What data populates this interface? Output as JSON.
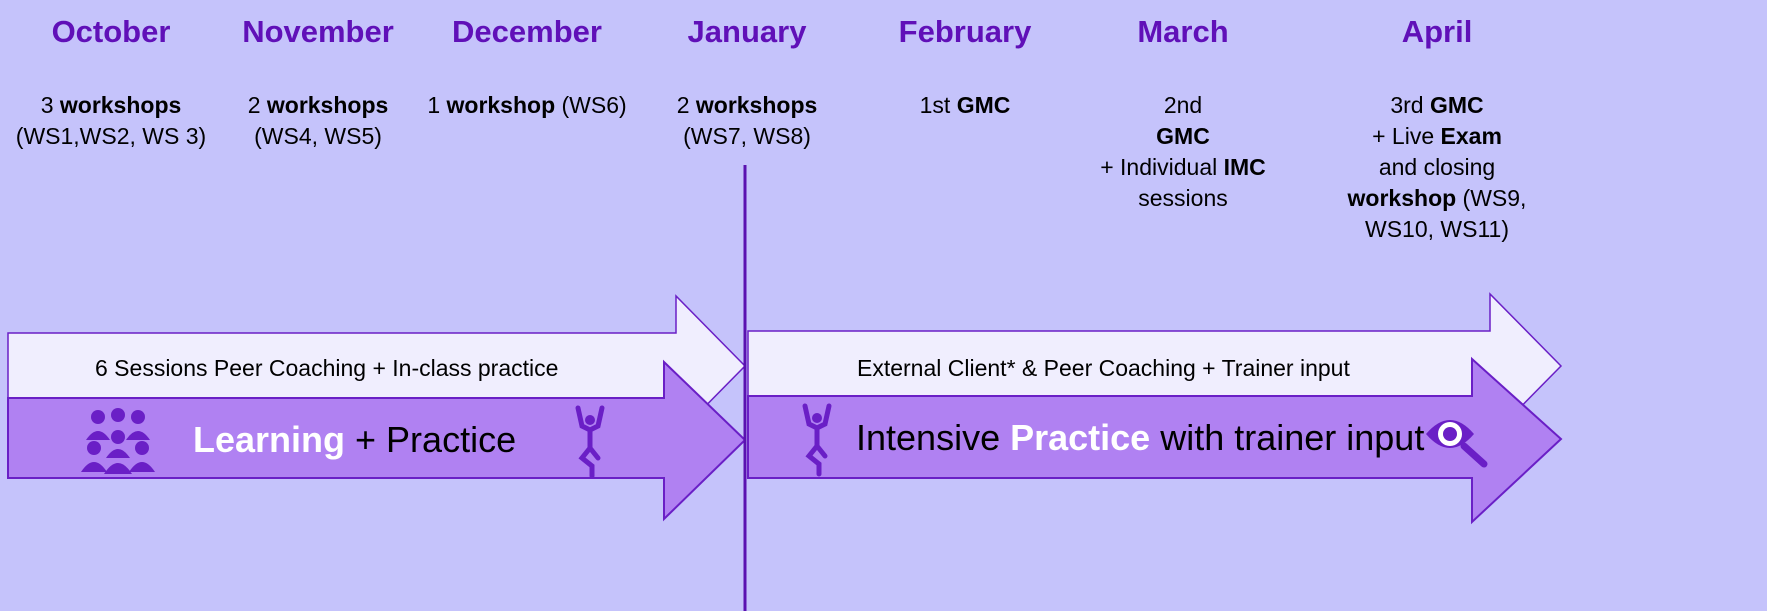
{
  "months": [
    "October",
    "November",
    "December",
    "January",
    "February",
    "March",
    "April"
  ],
  "descriptions": [
    [
      "3 ",
      "workshops",
      " (WS1,WS2, WS 3)"
    ],
    [
      "2 ",
      "workshops",
      " (WS4, WS5)"
    ],
    [
      "1 ",
      "workshop",
      " (WS6)"
    ],
    [
      "2 ",
      "workshops",
      " (WS7, WS8)"
    ],
    [
      "1st ",
      "GMC",
      ""
    ],
    [
      "2nd ",
      "GMC",
      " + Individual ",
      "IMC",
      " sessions"
    ],
    [
      "3rd ",
      "GMC",
      " + Live ",
      "Exam",
      " and closing ",
      "workshop",
      " (WS9, WS10, WS11)"
    ]
  ],
  "phase1": {
    "outline_label": "6 Sessions Peer Coaching + In-class practice",
    "main_bold": "Learning",
    "main_rest": " +  Practice"
  },
  "phase2": {
    "outline_label": "External Client* & Peer Coaching + Trainer input",
    "main_pre": "Intensive ",
    "main_bold": "Practice",
    "main_rest": " with trainer input"
  },
  "colors": {
    "background": "#c5c3fb",
    "month_text": "#6010b8",
    "arrow_fill": "#b081f2",
    "arrow_outline": "#6a1fc6",
    "outline_arrow_fill": "#f0eefe",
    "icon": "#6a1fc6"
  },
  "icons": [
    "people-group-icon",
    "dancer-icon",
    "dancer-icon",
    "eye-magnifier-icon"
  ]
}
